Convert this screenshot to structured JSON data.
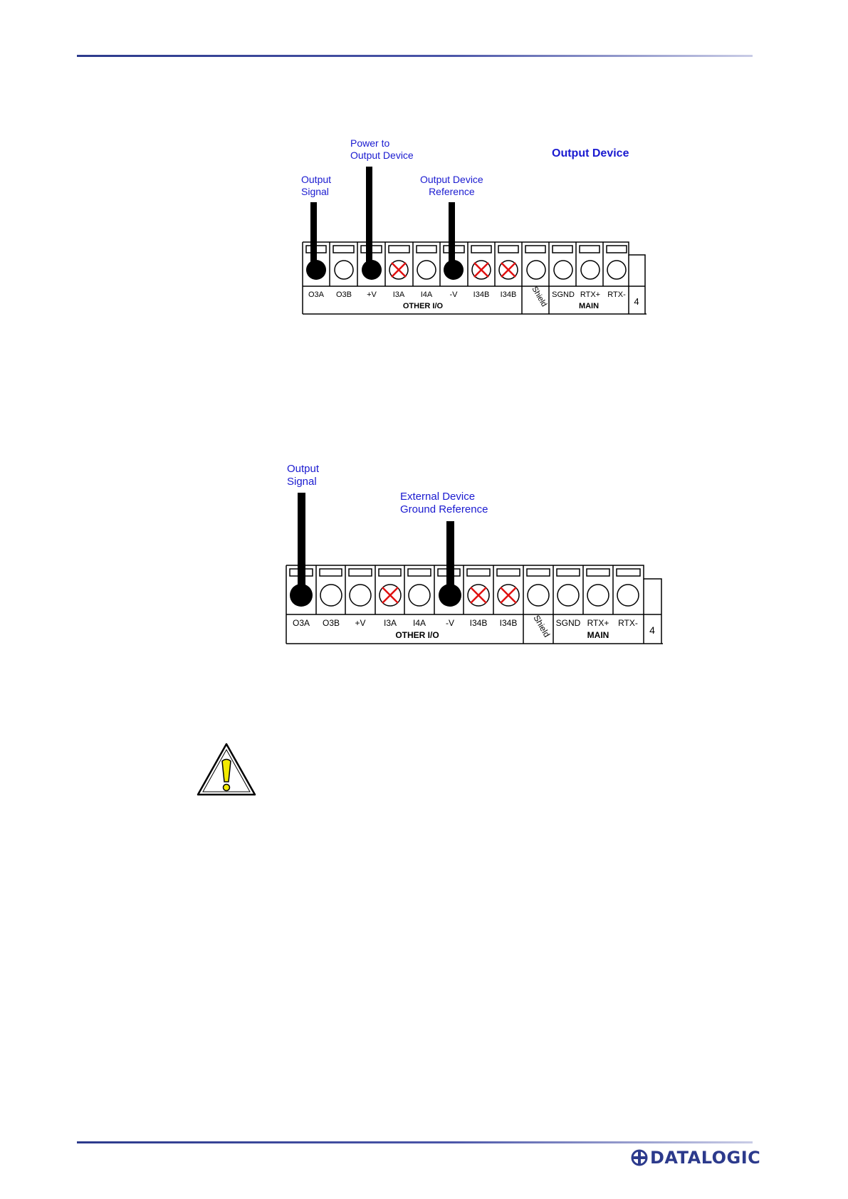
{
  "diagram1": {
    "heading": "Output Device",
    "labels": {
      "output_signal": "Output\nSignal",
      "power": "Power to\nOutput Device",
      "reference": "Output Device\nReference"
    },
    "terminals": [
      "O3A",
      "O3B",
      "+V",
      "I3A",
      "I4A",
      "-V",
      "I34B",
      "I34B",
      "Shield",
      "SGND",
      "RTX+",
      "RTX-"
    ],
    "group_other": "OTHER I/O",
    "group_main": "MAIN",
    "end_number": "4"
  },
  "diagram2": {
    "labels": {
      "output_signal": "Output\nSignal",
      "ground_ref": "External Device\nGround Reference"
    },
    "terminals": [
      "O3A",
      "O3B",
      "+V",
      "I3A",
      "I4A",
      "-V",
      "I34B",
      "I34B",
      "Shield",
      "SGND",
      "RTX+",
      "RTX-"
    ],
    "group_other": "OTHER I/O",
    "group_main": "MAIN",
    "end_number": "4"
  },
  "footer": {
    "logo_text": "DATALOGIC"
  },
  "icons": {
    "caution": "warning-triangle-icon",
    "logo_mark": "datalogic-mark-icon"
  },
  "colors": {
    "label_blue": "#1a1ad0",
    "rule": "#2c3a8c",
    "cross": "#e01010",
    "warning_yellow": "#f2ea00"
  }
}
